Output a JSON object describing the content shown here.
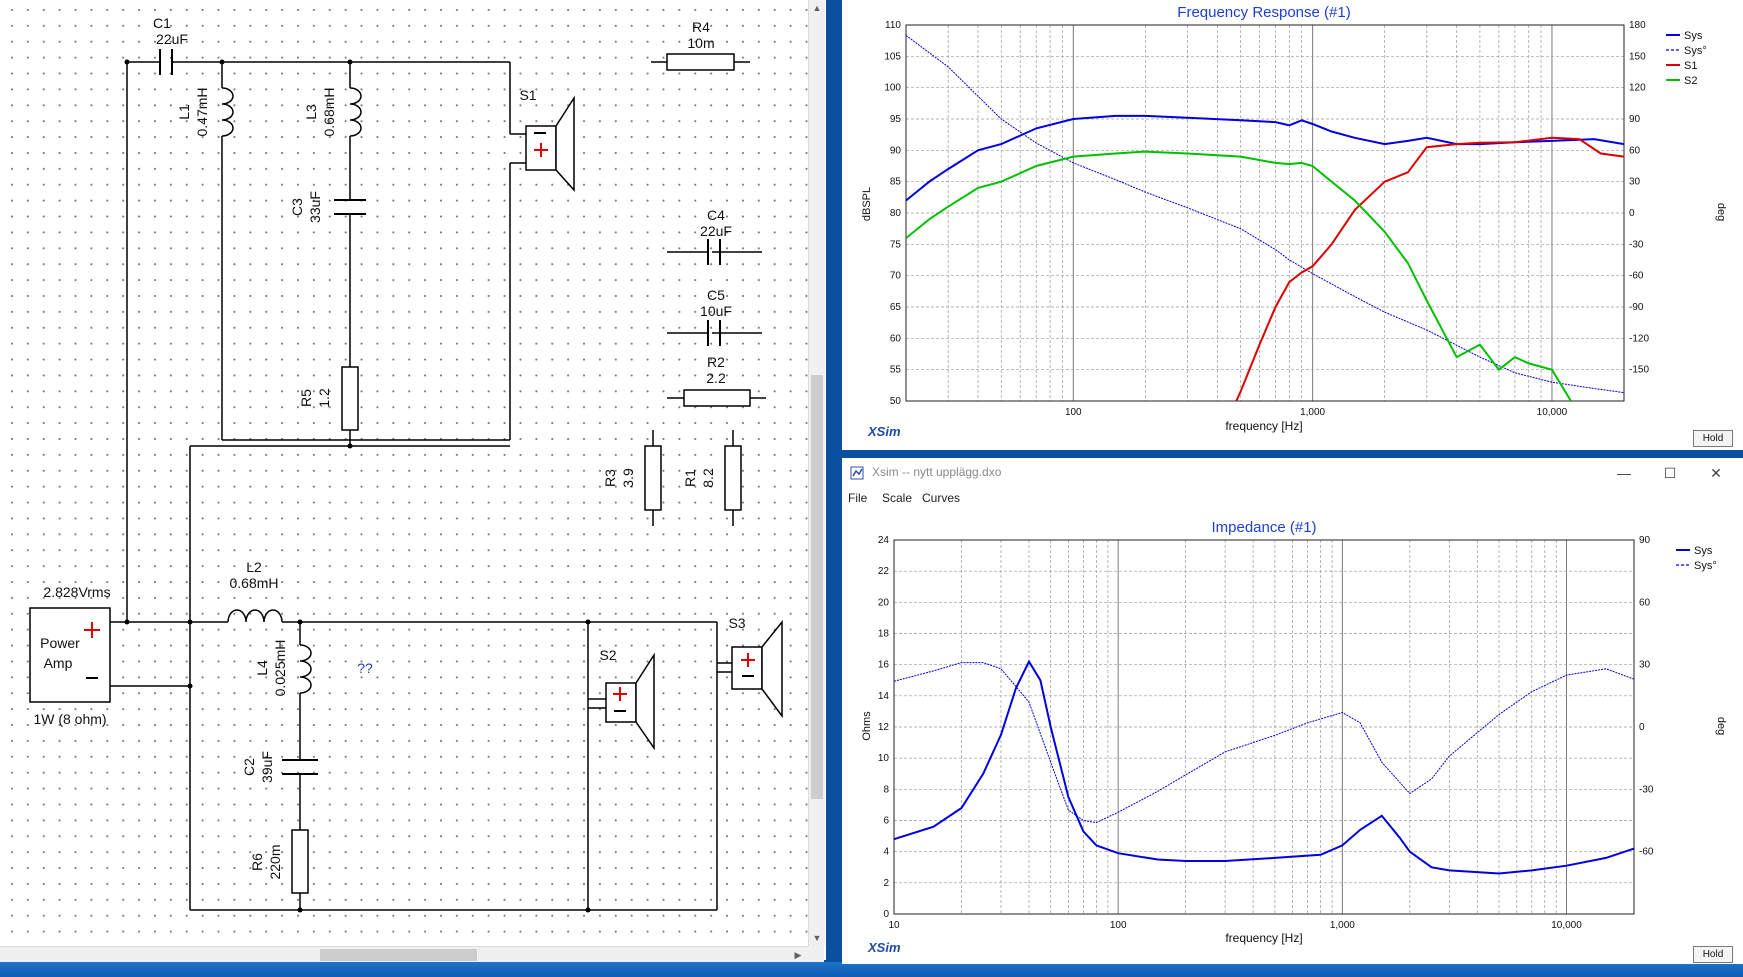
{
  "schematic": {
    "components": {
      "C1": {
        "name": "C1",
        "value": "22uF"
      },
      "L1": {
        "name": "L1",
        "value": "0.47mH"
      },
      "L3": {
        "name": "L3",
        "value": "0.68mH"
      },
      "C3": {
        "name": "C3",
        "value": "33uF"
      },
      "R5": {
        "name": "R5",
        "value": "1.2"
      },
      "S1": {
        "name": "S1"
      },
      "R4": {
        "name": "R4",
        "value": "10m"
      },
      "C4": {
        "name": "C4",
        "value": "22uF"
      },
      "C5": {
        "name": "C5",
        "value": "10uF"
      },
      "R2": {
        "name": "R2",
        "value": "2.2"
      },
      "R3": {
        "name": "R3",
        "value": "3.9"
      },
      "R1": {
        "name": "R1",
        "value": "8.2"
      },
      "L2": {
        "name": "L2",
        "value": "0.68mH"
      },
      "L4": {
        "name": "L4",
        "value": "0.025mH"
      },
      "C2": {
        "name": "C2",
        "value": "39uF"
      },
      "R6": {
        "name": "R6",
        "value": "220m"
      },
      "S2": {
        "name": "S2"
      },
      "S3": {
        "name": "S3"
      }
    },
    "amp": {
      "voltage": "2.828Vrms",
      "line1": "Power",
      "line2": "Amp",
      "power": "1W (8 ohm)"
    },
    "note": "??"
  },
  "freq_window": {
    "hold_label": "Hold",
    "brand": "XSim",
    "chart_data": {
      "type": "line",
      "title": "Frequency Response (#1)",
      "xlabel": "frequency [Hz]",
      "ylabel": "dBSPL",
      "y2label": "deg",
      "xscale": "log",
      "xlim": [
        20,
        20000
      ],
      "ylim": [
        50,
        110
      ],
      "y2lim": [
        -180,
        180
      ],
      "x_ticks": [
        "100",
        "1,000",
        "10,000"
      ],
      "y_ticks": [
        "50",
        "55",
        "60",
        "65",
        "70",
        "75",
        "80",
        "85",
        "90",
        "95",
        "100",
        "105",
        "110"
      ],
      "y2_ticks": [
        "-150",
        "-120",
        "-90",
        "-60",
        "-30",
        "0",
        "30",
        "60",
        "90",
        "120",
        "150",
        "180"
      ],
      "grid": true,
      "legend": "top-right",
      "series": [
        {
          "name": "Sys",
          "axis": "left",
          "color": "#0000e0",
          "style": "solid",
          "x": [
            20,
            25,
            30,
            40,
            50,
            70,
            100,
            150,
            200,
            300,
            500,
            700,
            800,
            900,
            1000,
            1200,
            1500,
            2000,
            2500,
            3000,
            4000,
            5000,
            7000,
            10000,
            15000,
            20000
          ],
          "y": [
            82,
            85,
            87,
            90,
            91,
            93.5,
            95,
            95.5,
            95.5,
            95.2,
            94.8,
            94.5,
            94,
            94.8,
            94.2,
            93,
            92,
            91,
            91.5,
            92,
            91,
            91,
            91.3,
            91.5,
            91.8,
            91
          ]
        },
        {
          "name": "Sys°",
          "axis": "right",
          "color": "#0000e0",
          "style": "dashed",
          "x": [
            20,
            30,
            50,
            70,
            100,
            150,
            200,
            300,
            500,
            700,
            800,
            1000,
            1500,
            2000,
            3000,
            5000,
            7000,
            10000,
            15000,
            20000
          ],
          "y": [
            170,
            140,
            90,
            67,
            48,
            32,
            20,
            5,
            -15,
            -35,
            -45,
            -58,
            -80,
            -95,
            -112,
            -138,
            -153,
            -162,
            -168,
            -172
          ]
        },
        {
          "name": "S1",
          "axis": "left",
          "color": "#dd0000",
          "style": "solid",
          "x": [
            480,
            500,
            600,
            700,
            800,
            900,
            1000,
            1200,
            1500,
            2000,
            2500,
            3000,
            4000,
            5000,
            7000,
            10000,
            13000,
            16000,
            20000
          ],
          "y": [
            50,
            51.5,
            59,
            65,
            69,
            70.5,
            71.5,
            75,
            80.5,
            85,
            86.5,
            90.5,
            91,
            91.2,
            91.3,
            92,
            91.8,
            89.5,
            89
          ]
        },
        {
          "name": "S2",
          "axis": "left",
          "color": "#00c000",
          "style": "solid",
          "x": [
            20,
            25,
            30,
            40,
            50,
            70,
            100,
            150,
            200,
            300,
            500,
            700,
            800,
            900,
            1000,
            1200,
            1500,
            2000,
            2500,
            3000,
            4000,
            5000,
            6000,
            7000,
            8000,
            10000,
            12000
          ],
          "y": [
            76,
            79,
            81,
            84,
            85,
            87.5,
            89,
            89.5,
            89.8,
            89.5,
            89,
            88,
            87.8,
            88,
            87.5,
            85,
            82,
            77,
            72,
            66,
            57,
            59,
            55,
            57,
            56,
            55,
            50
          ]
        }
      ]
    }
  },
  "imp_window": {
    "title": "Xsim -- nytt upplägg.dxo",
    "menu": [
      "File",
      "Scale",
      "Curves"
    ],
    "hold_label": "Hold",
    "brand": "XSim",
    "chart_data": {
      "type": "line",
      "title": "Impedance (#1)",
      "xlabel": "frequency [Hz]",
      "ylabel": "Ohms",
      "y2label": "deg",
      "xscale": "log",
      "xlim": [
        10,
        20000
      ],
      "ylim": [
        0,
        24
      ],
      "y2lim": [
        -90,
        90
      ],
      "x_ticks": [
        "10",
        "100",
        "1,000",
        "10,000"
      ],
      "y_ticks": [
        "0",
        "2",
        "4",
        "6",
        "8",
        "10",
        "12",
        "14",
        "16",
        "18",
        "20",
        "22",
        "24"
      ],
      "y2_ticks": [
        "-60",
        "-30",
        "0",
        "30",
        "60",
        "90"
      ],
      "grid": true,
      "legend": "top-right",
      "series": [
        {
          "name": "Sys",
          "axis": "left",
          "color": "#0000e0",
          "style": "solid",
          "x": [
            10,
            15,
            20,
            25,
            30,
            35,
            40,
            45,
            50,
            60,
            70,
            80,
            100,
            150,
            200,
            300,
            500,
            800,
            1000,
            1200,
            1500,
            1800,
            2000,
            2500,
            3000,
            5000,
            7000,
            10000,
            15000,
            20000
          ],
          "y": [
            4.8,
            5.6,
            6.8,
            9,
            11.5,
            14.5,
            16.2,
            15,
            12,
            7.5,
            5.3,
            4.4,
            3.9,
            3.5,
            3.4,
            3.4,
            3.6,
            3.8,
            4.4,
            5.4,
            6.3,
            4.9,
            4,
            3,
            2.8,
            2.6,
            2.8,
            3.1,
            3.6,
            4.2
          ]
        },
        {
          "name": "Sys°",
          "axis": "right",
          "color": "#0000e0",
          "style": "dashed",
          "x": [
            10,
            15,
            20,
            25,
            30,
            40,
            50,
            60,
            70,
            80,
            100,
            150,
            200,
            300,
            500,
            700,
            1000,
            1200,
            1500,
            2000,
            2500,
            3000,
            5000,
            7000,
            10000,
            15000,
            20000
          ],
          "y": [
            22,
            27,
            31,
            31,
            28,
            12,
            -17,
            -40,
            -45,
            -46,
            -41,
            -31,
            -23,
            -12,
            -4,
            2,
            7,
            2,
            -17,
            -32,
            -25,
            -14,
            6,
            17,
            25,
            28,
            23
          ]
        }
      ]
    }
  }
}
